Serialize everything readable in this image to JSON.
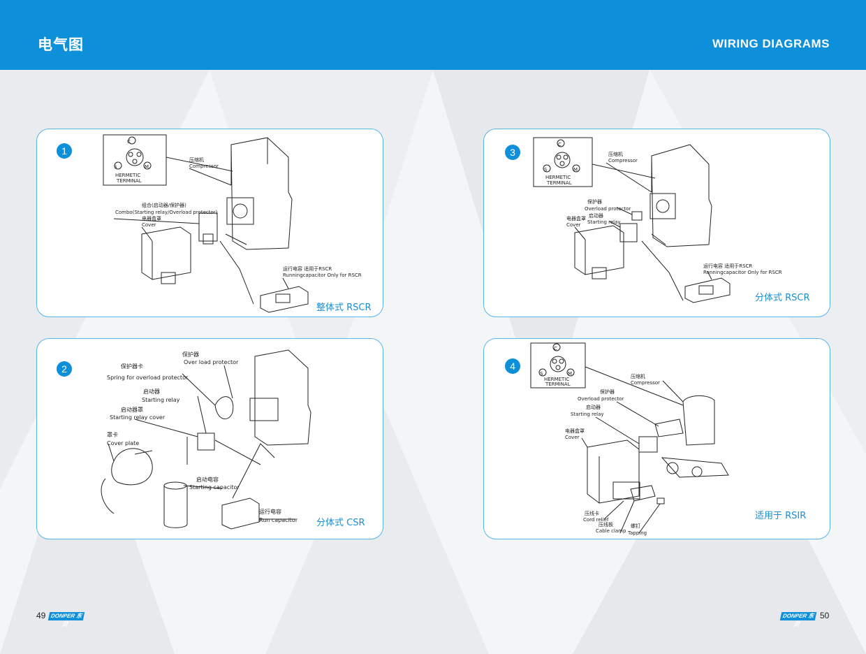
{
  "header": {
    "title_cn": "电气图",
    "title_en": "WIRING DIAGRAMS"
  },
  "terminal": {
    "c": "C",
    "s": "S",
    "m": "M",
    "line1": "HERMETIC",
    "line2": "TERMINAL"
  },
  "diagrams": [
    {
      "number": "1",
      "caption": "整体式 RSCR",
      "labels": {
        "compressor_cn": "压缩机",
        "compressor": "Compressor",
        "combo_cn": "组合(启动器/保护器)",
        "combo": "Combo(Starting relay/Overload protector)",
        "cover_cn": "电器盒罩",
        "cover": "Cover",
        "runcap_cn": "运行电容  适用于RSCR",
        "runcap": "Runningcapacitor Only for RSCR"
      }
    },
    {
      "number": "2",
      "caption": "分体式 CSR",
      "labels": {
        "spring_cn": "保护器卡",
        "spring": "Spring for overload protector",
        "overload_cn": "保护器",
        "overload": "Over load protector",
        "relay_cn": "启动器",
        "relay": "Starting relay",
        "relaycover_cn": "启动器罩",
        "relaycover": "Starting relay cover",
        "coverplate_cn": "罩卡",
        "coverplate": "Cover plate",
        "startcap_cn": "启动电容",
        "startcap": "Starting capacitor",
        "runcap_cn": "运行电容",
        "runcap": "Run capacitor"
      }
    },
    {
      "number": "3",
      "caption": "分体式 RSCR",
      "labels": {
        "compressor_cn": "压缩机",
        "compressor": "Compressor",
        "overload_cn": "保护器",
        "overload": "Overload protector",
        "relay_cn": "启动器",
        "relay": "Starting relay",
        "cover_cn": "电器盒罩",
        "cover": "Cover",
        "runcap_cn": "运行电容  适用于RSCR",
        "runcap": "Runningcapacitor Only for RSCR"
      }
    },
    {
      "number": "4",
      "caption": "适用于 RSIR",
      "labels": {
        "compressor_cn": "压缩机",
        "compressor": "Compressor",
        "overload_cn": "保护器",
        "overload": "Overload protector",
        "relay_cn": "启动器",
        "relay": "Starting relay",
        "cover_cn": "电器盒罩",
        "cover": "Cover",
        "cordrelief_cn": "压线卡",
        "cordrelief": "Cord relief",
        "cableclamp_cn": "压线板",
        "cableclamp": "Cable clamp",
        "tapping_cn": "螺钉",
        "tapping": "Tapping"
      }
    }
  ],
  "footer": {
    "left_page": "49",
    "right_page": "50",
    "logo": "DONPER 东贝"
  }
}
